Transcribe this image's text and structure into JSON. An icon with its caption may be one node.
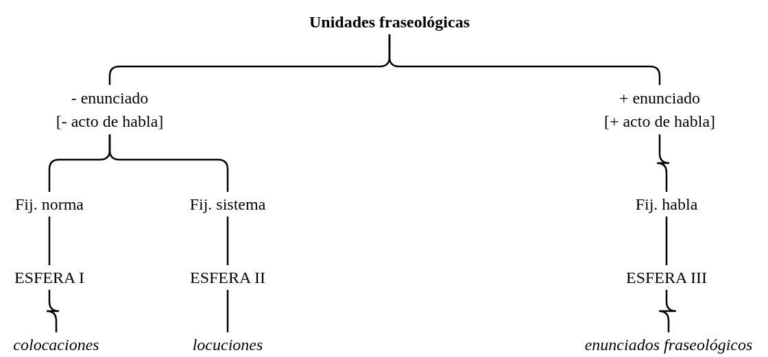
{
  "diagram": {
    "nodes": [
      {
        "text": [
          "Unidades fraseológicas"
        ]
      },
      {
        "text": [
          "- enunciado",
          "[- acto de habla]"
        ]
      },
      {
        "text": [
          "+ enunciado",
          "[+ acto de habla]"
        ]
      },
      {
        "text": [
          "Fij. norma"
        ]
      },
      {
        "text": [
          "Fij. sistema"
        ]
      },
      {
        "text": [
          "Fij. habla"
        ]
      },
      {
        "text": [
          "ESFERA I"
        ]
      },
      {
        "text": [
          "ESFERA II"
        ]
      },
      {
        "text": [
          "ESFERA III"
        ]
      },
      {
        "text": [
          "colocaciones"
        ]
      },
      {
        "text": [
          "locuciones"
        ]
      },
      {
        "text": [
          "enunciados fraseológicos"
        ]
      }
    ],
    "edges": [
      {
        "from": 0,
        "to": 1,
        "arrow": "none"
      },
      {
        "from": 0,
        "to": 2,
        "arrow": "none"
      },
      {
        "from": 1,
        "to": 3,
        "arrow": "none"
      },
      {
        "from": 1,
        "to": 4,
        "arrow": "none"
      },
      {
        "from": 2,
        "to": 5,
        "arrow": "none"
      },
      {
        "from": 3,
        "to": 6,
        "arrow": "none"
      },
      {
        "from": 4,
        "to": 7,
        "arrow": "none"
      },
      {
        "from": 5,
        "to": 8,
        "arrow": "none"
      },
      {
        "from": 6,
        "to": 9,
        "arrow": "none"
      },
      {
        "from": 7,
        "to": 10,
        "arrow": "none"
      },
      {
        "from": 8,
        "to": 11,
        "arrow": "none"
      }
    ]
  }
}
